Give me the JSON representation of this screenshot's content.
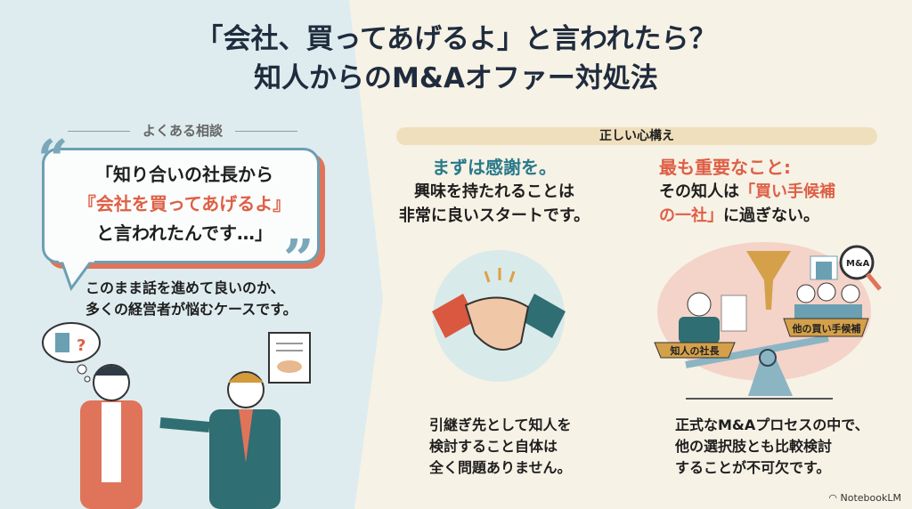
{
  "title": {
    "line1": "「会社、買ってあげるよ」と言われたら？",
    "line2": "知人からのM&Aオファー対処法"
  },
  "left": {
    "section_label": "よくある相談",
    "quote": {
      "line1": "「知り合いの社長から",
      "line2": "『会社を買ってあげるよ』",
      "line3": "と言われたんです…」"
    },
    "caption": {
      "line1": "このまま話を進めて良いのか、",
      "line2": "多くの経営者が悩むケースです。"
    }
  },
  "right": {
    "section_label": "正しい心構え",
    "col1": {
      "heading": "まずは感謝を。",
      "line1": "興味を持たれることは",
      "line2": "非常に良いスタートです。",
      "bottom1": "引継ぎ先として知人を",
      "bottom2": "検討すること自体は",
      "bottom3": "全く問題ありません。"
    },
    "col2": {
      "heading": "最も重要なこと:",
      "line1_a": "その知人は",
      "line1_b": "「買い手候補",
      "line2_a": "の一社」",
      "line2_b": "に過ぎない。",
      "scale_left_label": "知人の社長",
      "scale_right_label": "他の買い手候補",
      "badge": "M&A",
      "bottom1": "正式なM&Aプロセスの中で、",
      "bottom2": "他の選択肢とも比較検討",
      "bottom3": "することが不可欠です。"
    }
  },
  "footer": {
    "brand": "NotebookLM"
  },
  "colors": {
    "teal": "#2a7a8a",
    "orange": "#de5f45",
    "navy": "#1f2c3d"
  }
}
